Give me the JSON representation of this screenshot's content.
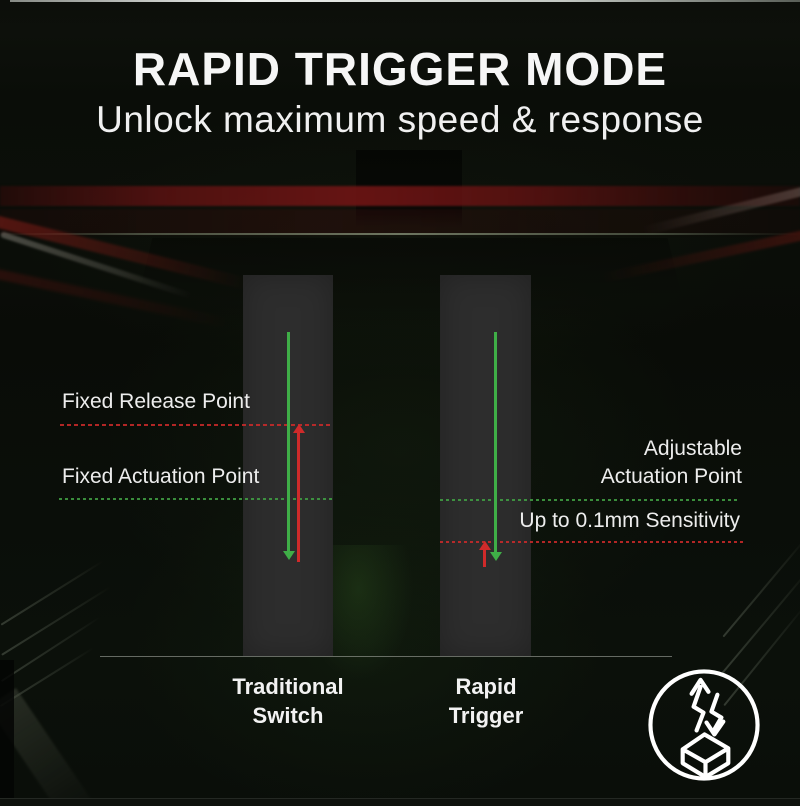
{
  "header": {
    "title": "RAPID TRIGGER MODE",
    "subtitle": "Unlock maximum speed & response"
  },
  "traditional": {
    "release_point_label": "Fixed Release Point",
    "actuation_point_label": "Fixed Actuation Point",
    "name_line1": "Traditional",
    "name_line2": "Switch"
  },
  "rapid": {
    "actuation_point_label_line1": "Adjustable",
    "actuation_point_label_line2": "Actuation Point",
    "sensitivity_label": "Up to 0.1mm Sensitivity",
    "name_line1": "Rapid",
    "name_line2": "Trigger"
  },
  "icons": {
    "badge": "rapid-trigger-keycap-icon"
  },
  "colors": {
    "accent_green": "#3fae47",
    "line_green": "#3f9b42",
    "accent_red": "#cf2a2a",
    "text": "#ededed",
    "bar": "#2d2d2d",
    "background": "#0a0d08"
  }
}
